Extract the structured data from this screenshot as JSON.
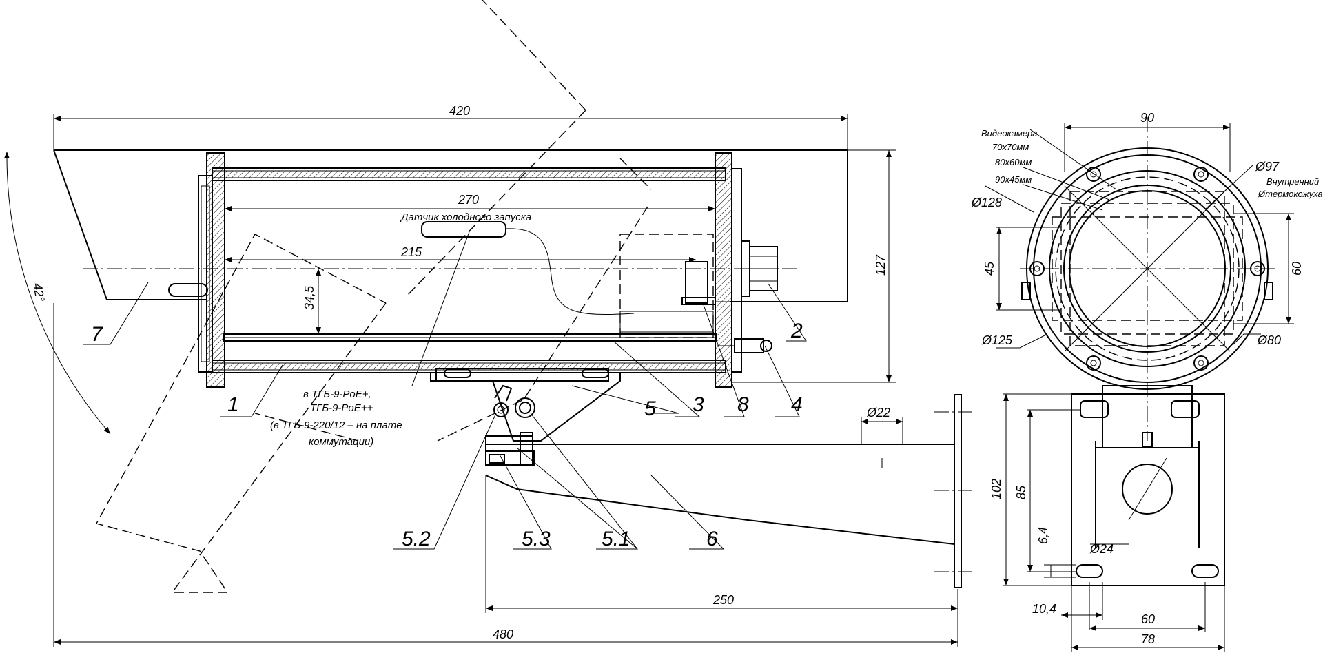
{
  "dimensions": {
    "d420": "420",
    "d270": "270",
    "d215": "215",
    "d345": "34,5",
    "d127": "127",
    "d42deg": "42°",
    "d250": "250",
    "d480": "480",
    "d22": "Ø22",
    "d90": "90",
    "d97": "Ø97",
    "d128": "Ø128",
    "d125": "Ø125",
    "d80": "Ø80",
    "d45": "45",
    "d60v": "60",
    "d102": "102",
    "d85": "85",
    "d64": "6,4",
    "d24": "Ø24",
    "d104": "10,4",
    "d60h": "60",
    "d78": "78"
  },
  "labels": {
    "sensor": "Датчик холодного запуска",
    "note_line1": "в ТГБ-9-PoE+,",
    "note_line2": "ТГБ-9-PoE++",
    "note_line3": "(в ТГБ-9-220/12 – на плате",
    "note_line4": "коммутации)",
    "camera_title": "Видеокамера",
    "cam_size1": "70х70мм",
    "cam_size2": "80х60мм",
    "cam_size3": "90х45мм",
    "inner_line1": "Внутренний",
    "inner_line2": "Øтермокожуха"
  },
  "positions": {
    "p1": "1",
    "p2": "2",
    "p3": "3",
    "p4": "4",
    "p5": "5",
    "p51": "5.1",
    "p52": "5.2",
    "p53": "5.3",
    "p6": "6",
    "p7": "7",
    "p8": "8"
  }
}
